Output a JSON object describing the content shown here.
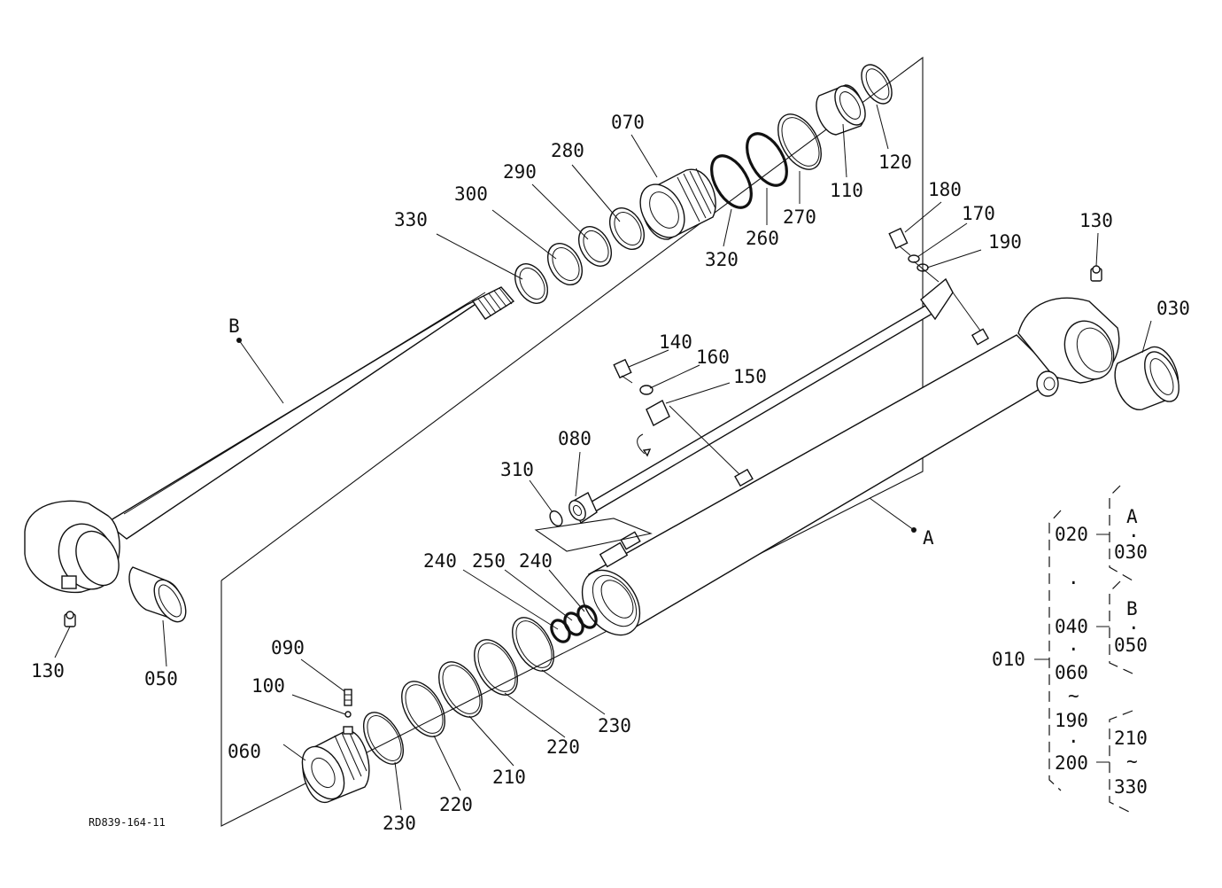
{
  "drawing_code": "RD839-164-11",
  "assembly_markers": {
    "a": "A",
    "b": "B"
  },
  "callouts": {
    "p030": "030",
    "p050": "050",
    "p060": "060",
    "p070": "070",
    "p080": "080",
    "p090": "090",
    "p100": "100",
    "p110": "110",
    "p120": "120",
    "p130_top": "130",
    "p130_bottom": "130",
    "p140": "140",
    "p150": "150",
    "p160": "160",
    "p170": "170",
    "p180": "180",
    "p190": "190",
    "p210": "210",
    "p220_upper": "220",
    "p220_lower": "220",
    "p230_upper": "230",
    "p230_lower": "230",
    "p240_left": "240",
    "p240_right": "240",
    "p250": "250",
    "p260": "260",
    "p270": "270",
    "p280": "280",
    "p290": "290",
    "p300": "300",
    "p310": "310",
    "p320": "320",
    "p330": "330"
  },
  "tree": {
    "root": "010",
    "items": [
      "020",
      "040",
      "060",
      "190",
      "200"
    ],
    "tilde": "~",
    "dot": "·",
    "group_a": {
      "marker": "A",
      "item": "030"
    },
    "group_b": {
      "marker": "B",
      "item": "050"
    },
    "group_range": {
      "from": "210",
      "to": "330"
    }
  }
}
